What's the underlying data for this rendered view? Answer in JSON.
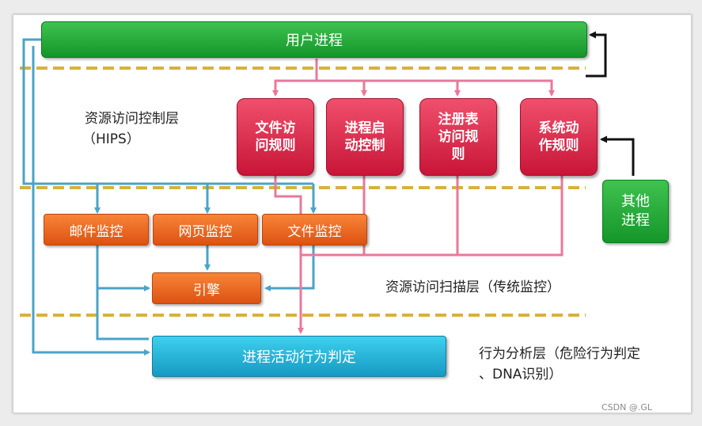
{
  "nodes": {
    "user_process": "用户进程",
    "other_process": "其他\n进程",
    "rule_file": "文件访\n问规则",
    "rule_process": "进程启\n动控制",
    "rule_registry": "注册表\n访问规\n则",
    "rule_system": "系统动\n作规则",
    "mail_monitor": "邮件监控",
    "web_monitor": "网页监控",
    "file_monitor": "文件监控",
    "engine": "引擎",
    "behavior_judge": "进程活动行为判定"
  },
  "layers": {
    "hips_title": "资源访问控制层",
    "hips_sub": "（HIPS）",
    "scan": "资源访问扫描层（传统监控）",
    "analysis_line1": "行为分析层（危险行为判定",
    "analysis_line2": "、DNA识别）"
  },
  "watermark": "CSDN @.GL",
  "colors": {
    "green": "#1fa83a",
    "red": "#d92248",
    "orange": "#ec6a24",
    "cyan": "#22b5d8",
    "blue_wire": "#4aa3c8",
    "pink_wire": "#e9789a",
    "dash": "#d6b23c"
  }
}
